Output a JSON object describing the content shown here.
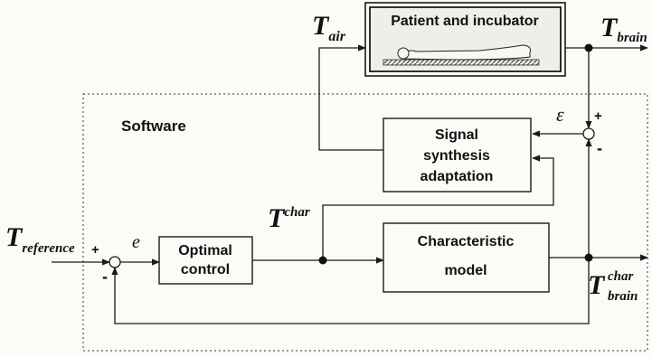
{
  "software_label": "Software",
  "blocks": {
    "patient": "Patient and incubator",
    "signal": [
      "Signal",
      "synthesis",
      "adaptation"
    ],
    "optimal": [
      "Optimal",
      "control"
    ],
    "characteristic": [
      "Characteristic",
      "model"
    ]
  },
  "signals": {
    "t_air": {
      "main": "T",
      "sub": "air"
    },
    "t_brain": {
      "main": "T",
      "sub": "brain"
    },
    "t_reference": {
      "main": "T",
      "sub": "reference"
    },
    "t_char": {
      "main": "T",
      "sup": "char"
    },
    "t_brain_char": {
      "main": "T",
      "sup": "char",
      "sub": "brain"
    },
    "error_e": "e",
    "epsilon": "ε"
  },
  "signs": {
    "ref_plus": "+",
    "fb_minus": "-",
    "eps_plus": "+",
    "eps_minus": "-"
  }
}
